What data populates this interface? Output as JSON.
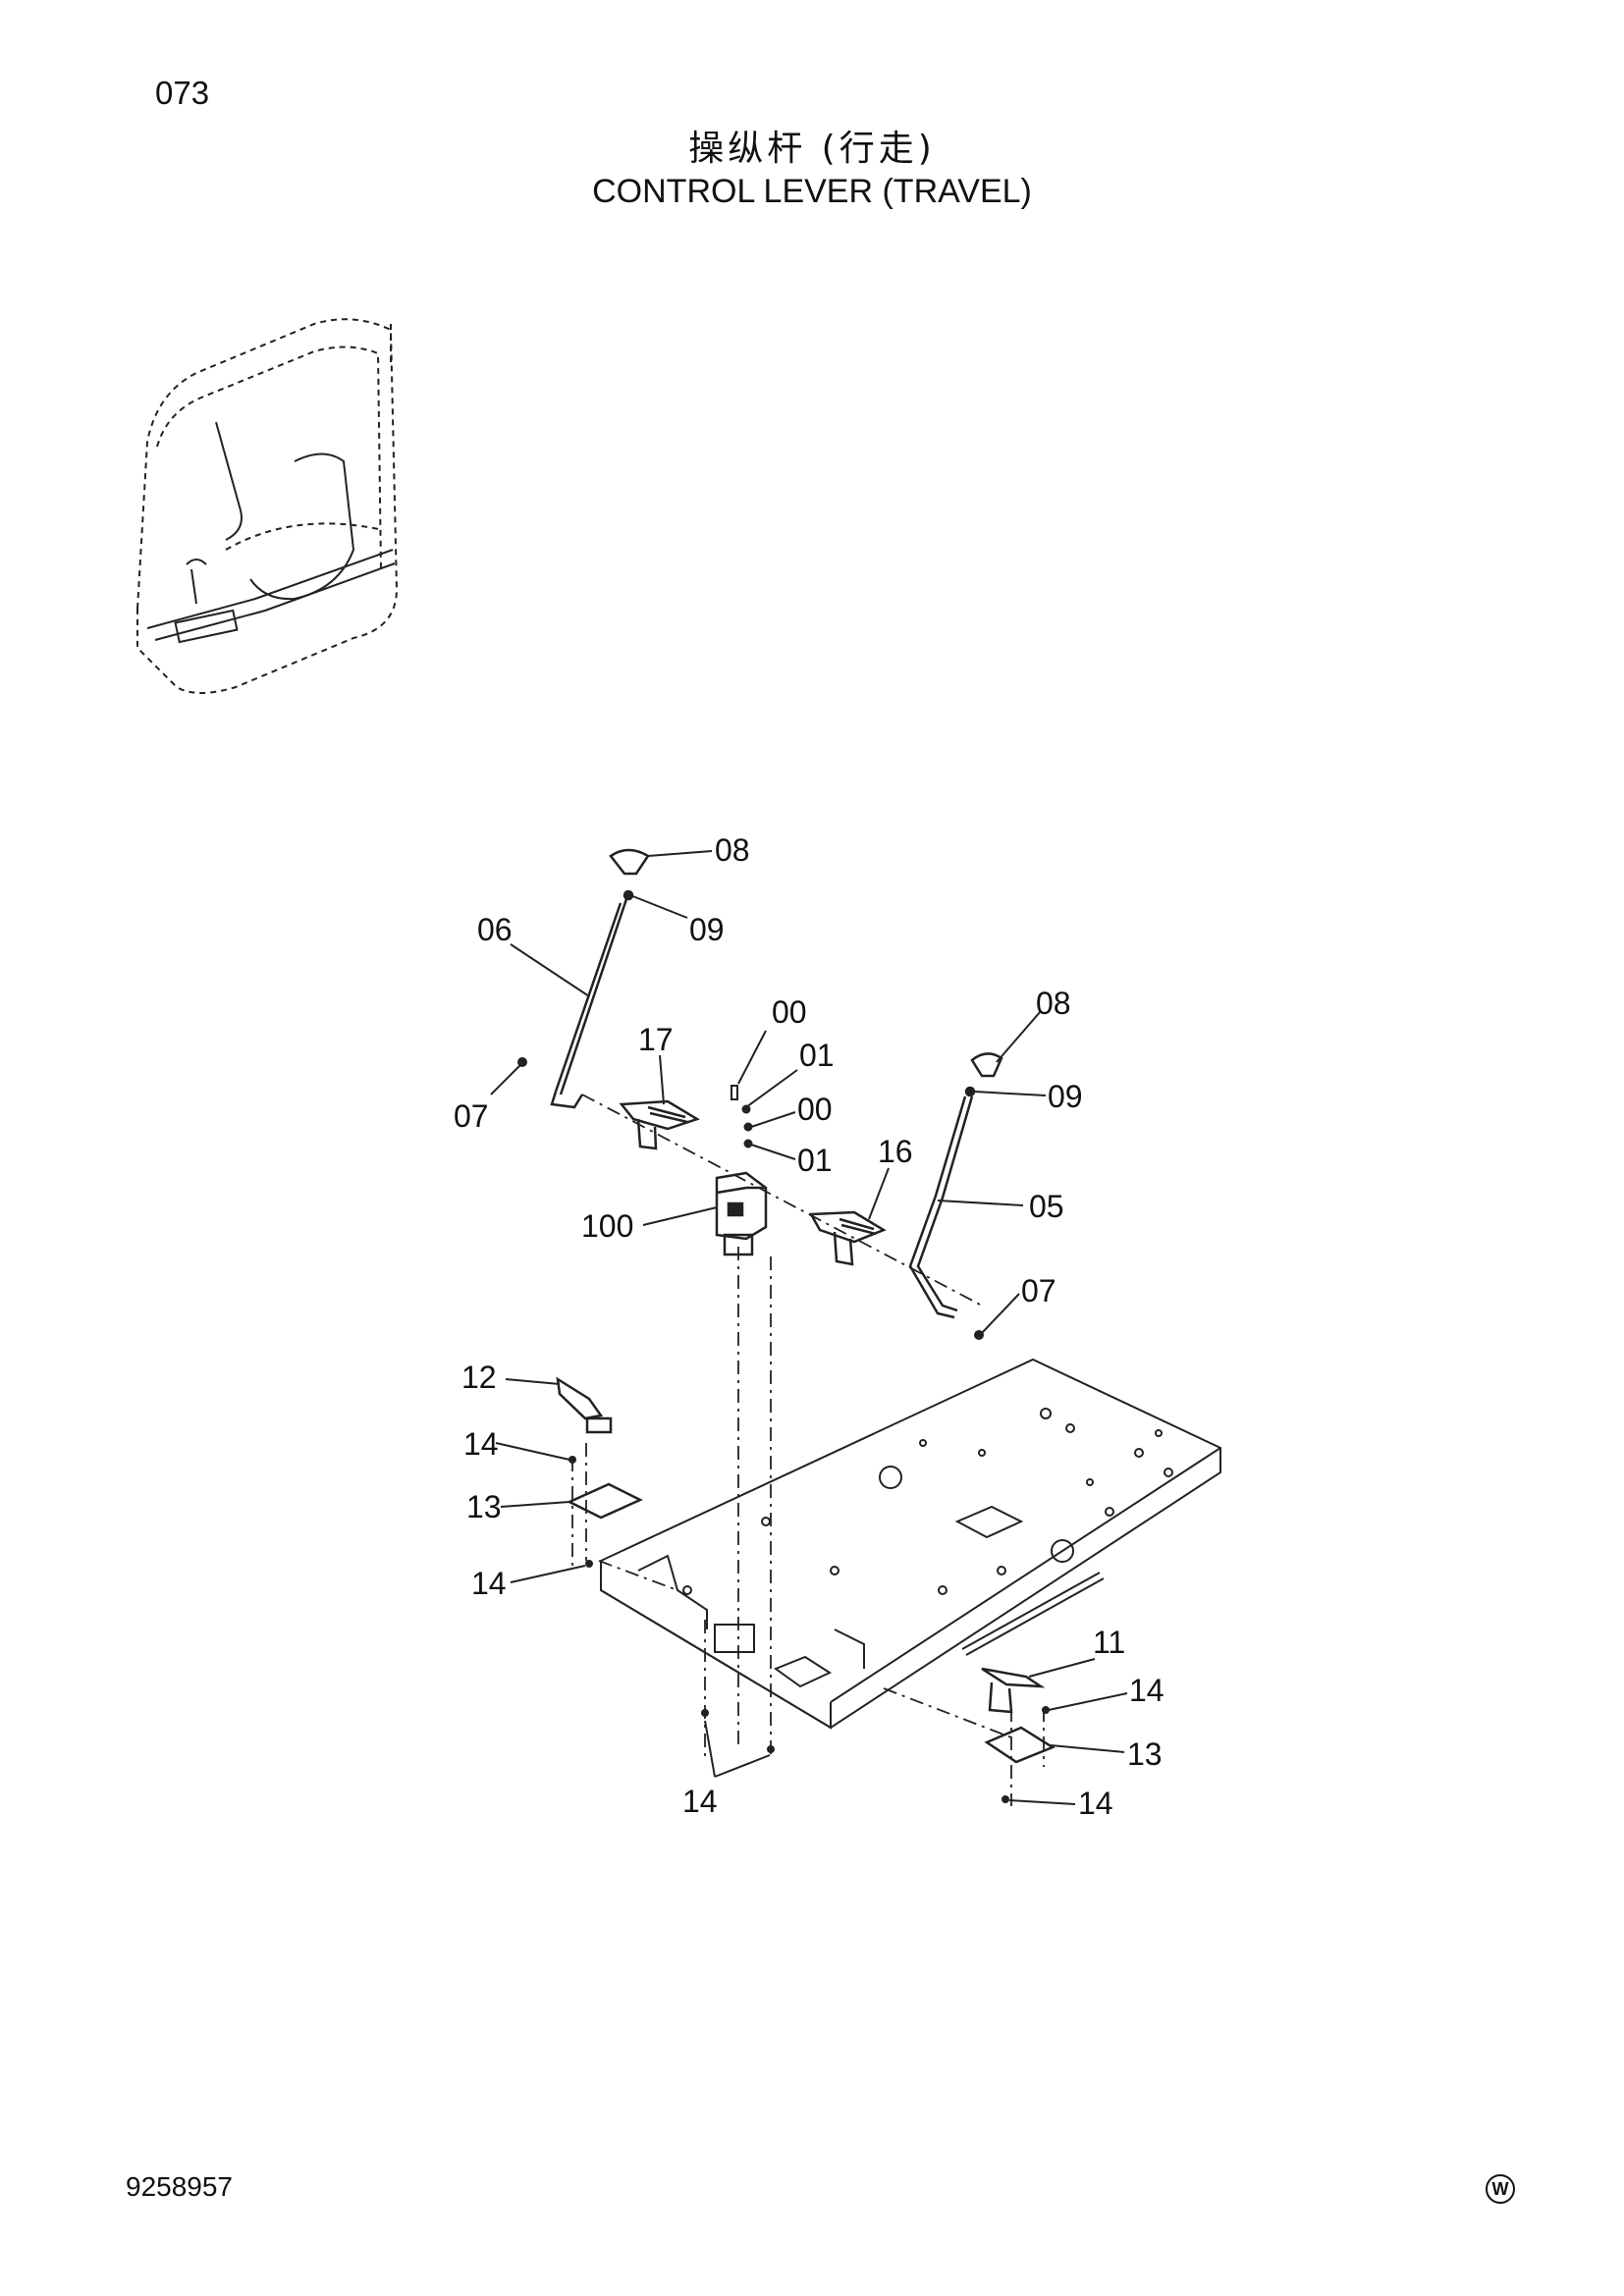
{
  "page": {
    "number": "073",
    "title_cn": "操纵杆 (行走)",
    "title_en": "CONTROL LEVER (TRAVEL)",
    "doc_number": "9258957",
    "mark": "W"
  },
  "callouts": {
    "c08a": "08",
    "c09a": "09",
    "c06": "06",
    "c07a": "07",
    "c17": "17",
    "c00a": "00",
    "c01a": "01",
    "c00b": "00",
    "c01b": "01",
    "c100": "100",
    "c16": "16",
    "c08b": "08",
    "c09b": "09",
    "c05": "05",
    "c07b": "07",
    "c12": "12",
    "c14a": "14",
    "c13a": "13",
    "c14b": "14",
    "c14c": "14",
    "c11": "11",
    "c14d": "14",
    "c13b": "13",
    "c14e": "14"
  }
}
